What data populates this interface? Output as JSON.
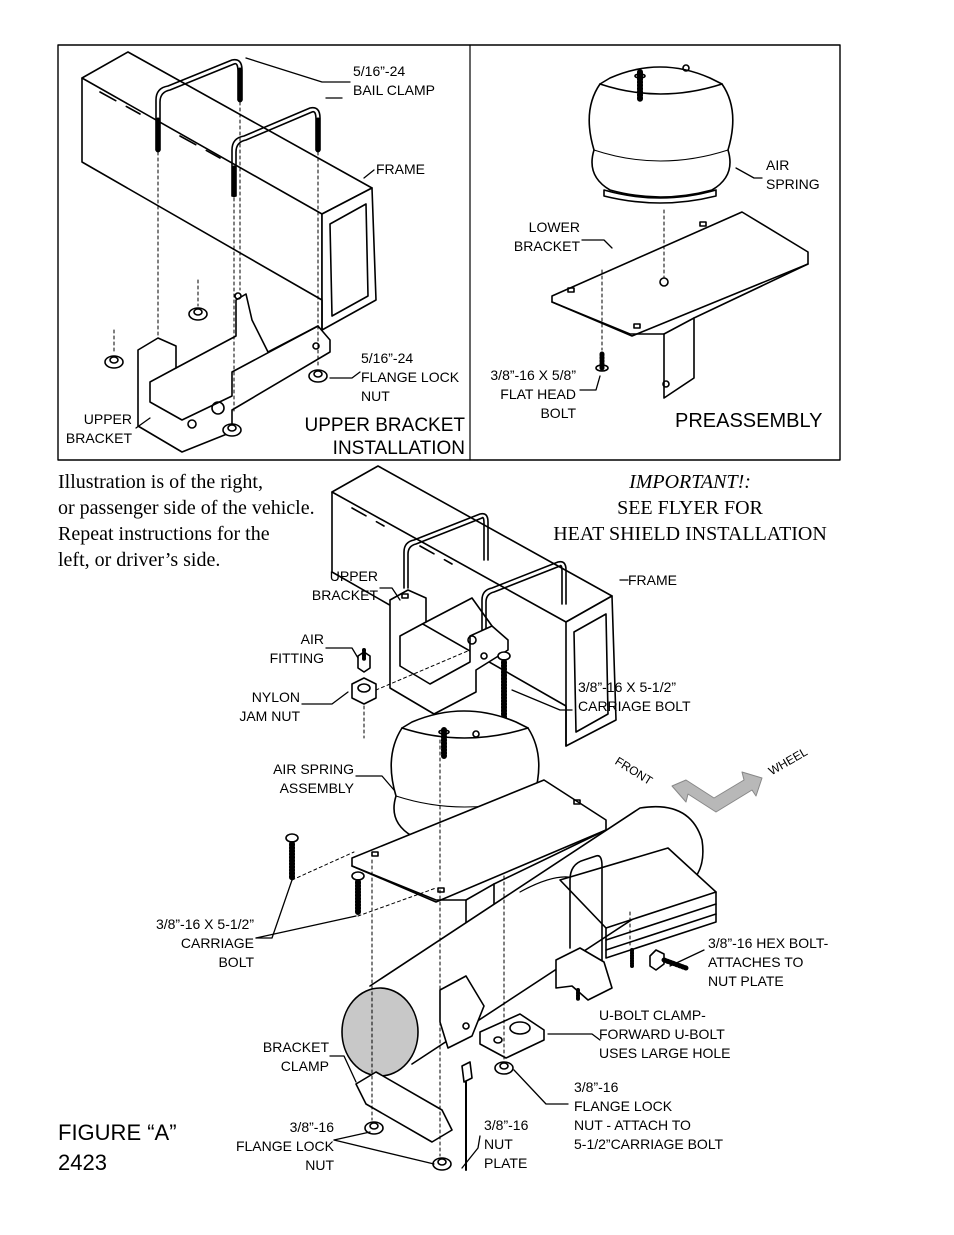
{
  "top_left_panel": {
    "bail_clamp": "5/16”-24\nBAIL CLAMP",
    "frame": "FRAME",
    "flange_lock_nut": "5/16”-24\nFLANGE LOCK\nNUT",
    "upper_bracket": "UPPER\nBRACKET",
    "caption": "UPPER BRACKET\nINSTALLATION"
  },
  "top_right_panel": {
    "air_spring": "AIR\nSPRING",
    "lower_bracket": "LOWER\nBRACKET",
    "flat_head_bolt": "3/8”-16 X 5/8”\nFLAT HEAD\nBOLT",
    "caption": "PREASSEMBLY"
  },
  "notes": {
    "side_note": "Illustration is of the right,\nor passenger side of the vehicle.\nRepeat instructions for the\nleft, or driver’s side.",
    "important_title": "IMPORTANT!:",
    "important_body": "SEE FLYER FOR\nHEAT SHIELD INSTALLATION"
  },
  "main_assembly": {
    "upper_bracket": "UPPER\nBRACKET",
    "frame": "FRAME",
    "air_fitting": "AIR\nFITTING",
    "carriage_bolt_top": "3/8”-16 X 5-1/2”\nCARRIAGE BOLT",
    "nylon_jam_nut": "NYLON\nJAM NUT",
    "air_spring_assembly": "AIR SPRING\nASSEMBLY",
    "front": "FRONT",
    "wheel": "WHEEL",
    "carriage_bolt_left": "3/8”-16 X 5-1/2”\nCARRIAGE\nBOLT",
    "hex_bolt": "3/8”-16 HEX BOLT-\nATTACHES TO\nNUT PLATE",
    "u_bolt_clamp": "U-BOLT CLAMP-\nFORWARD U-BOLT\nUSES LARGE HOLE",
    "bracket_clamp": "BRACKET\nCLAMP",
    "flange_lock_nut_right": "3/8”-16\nFLANGE LOCK\nNUT - ATTACH TO\n5-1/2”CARRIAGE BOLT",
    "flange_lock_nut_bottom": "3/8”-16\nFLANGE LOCK\nNUT",
    "nut_plate": "3/8”-16\nNUT\nPLATE"
  },
  "figure": {
    "title": "FIGURE “A”",
    "number": "2423"
  },
  "colors": {
    "ink": "#000000",
    "axle_fill": "#c8c8c8",
    "arrow_fill": "#b8b8b8"
  }
}
